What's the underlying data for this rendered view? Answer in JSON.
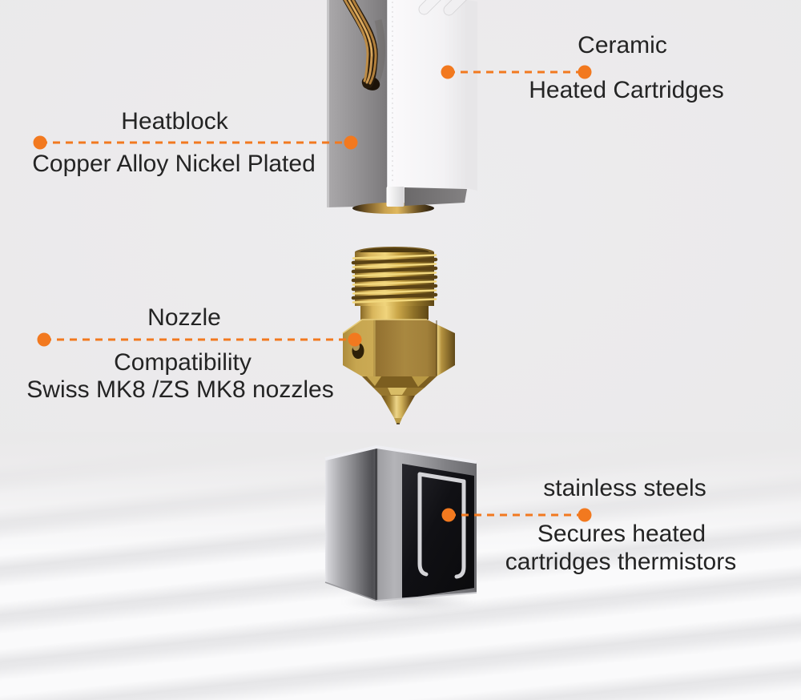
{
  "colors": {
    "accent_orange": "#F2791F",
    "text": "#242424",
    "background_gray": "#EAE9EA",
    "floor_white": "#FAFAFB",
    "brass": "#C9A850",
    "steel_dark": "#1A1A1E"
  },
  "callouts": {
    "heatblock": {
      "title": "Heatblock",
      "subtitle": "Copper Alloy Nickel Plated"
    },
    "ceramic": {
      "title": "Ceramic",
      "subtitle": "Heated Cartridges"
    },
    "nozzle": {
      "title": "Nozzle",
      "subtitle": "Compatibility",
      "detail": "Swiss MK8 /ZS MK8 nozzles"
    },
    "stainless": {
      "title": "stainless steels",
      "subtitle": "Secures heated",
      "detail": "cartridges thermistors"
    }
  },
  "parts": {
    "heatblock": "heatblock-3d-render",
    "nozzle": "brass-mk8-nozzle-3d-render",
    "clip": "stainless-steel-clip-3d-render"
  }
}
